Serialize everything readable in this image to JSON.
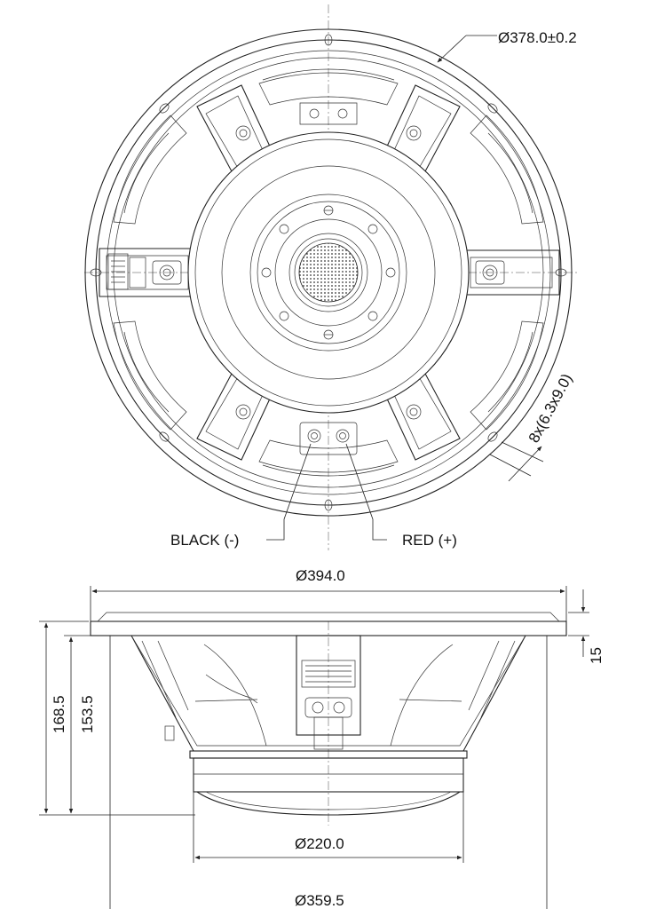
{
  "front_view": {
    "outer_diameter_label": "Ø378.0±0.2",
    "mounting_holes_label": "8x(6.3x9.0)",
    "terminal_black_label": "BLACK (-)",
    "terminal_red_label": "RED (+)"
  },
  "side_view": {
    "frame_diameter_label": "Ø394.0",
    "flange_thickness_label": "15",
    "total_depth_label": "168.5",
    "mount_depth_label": "153.5",
    "magnet_diameter_label": "Ø220.0",
    "basket_diameter_label": "Ø359.5"
  }
}
